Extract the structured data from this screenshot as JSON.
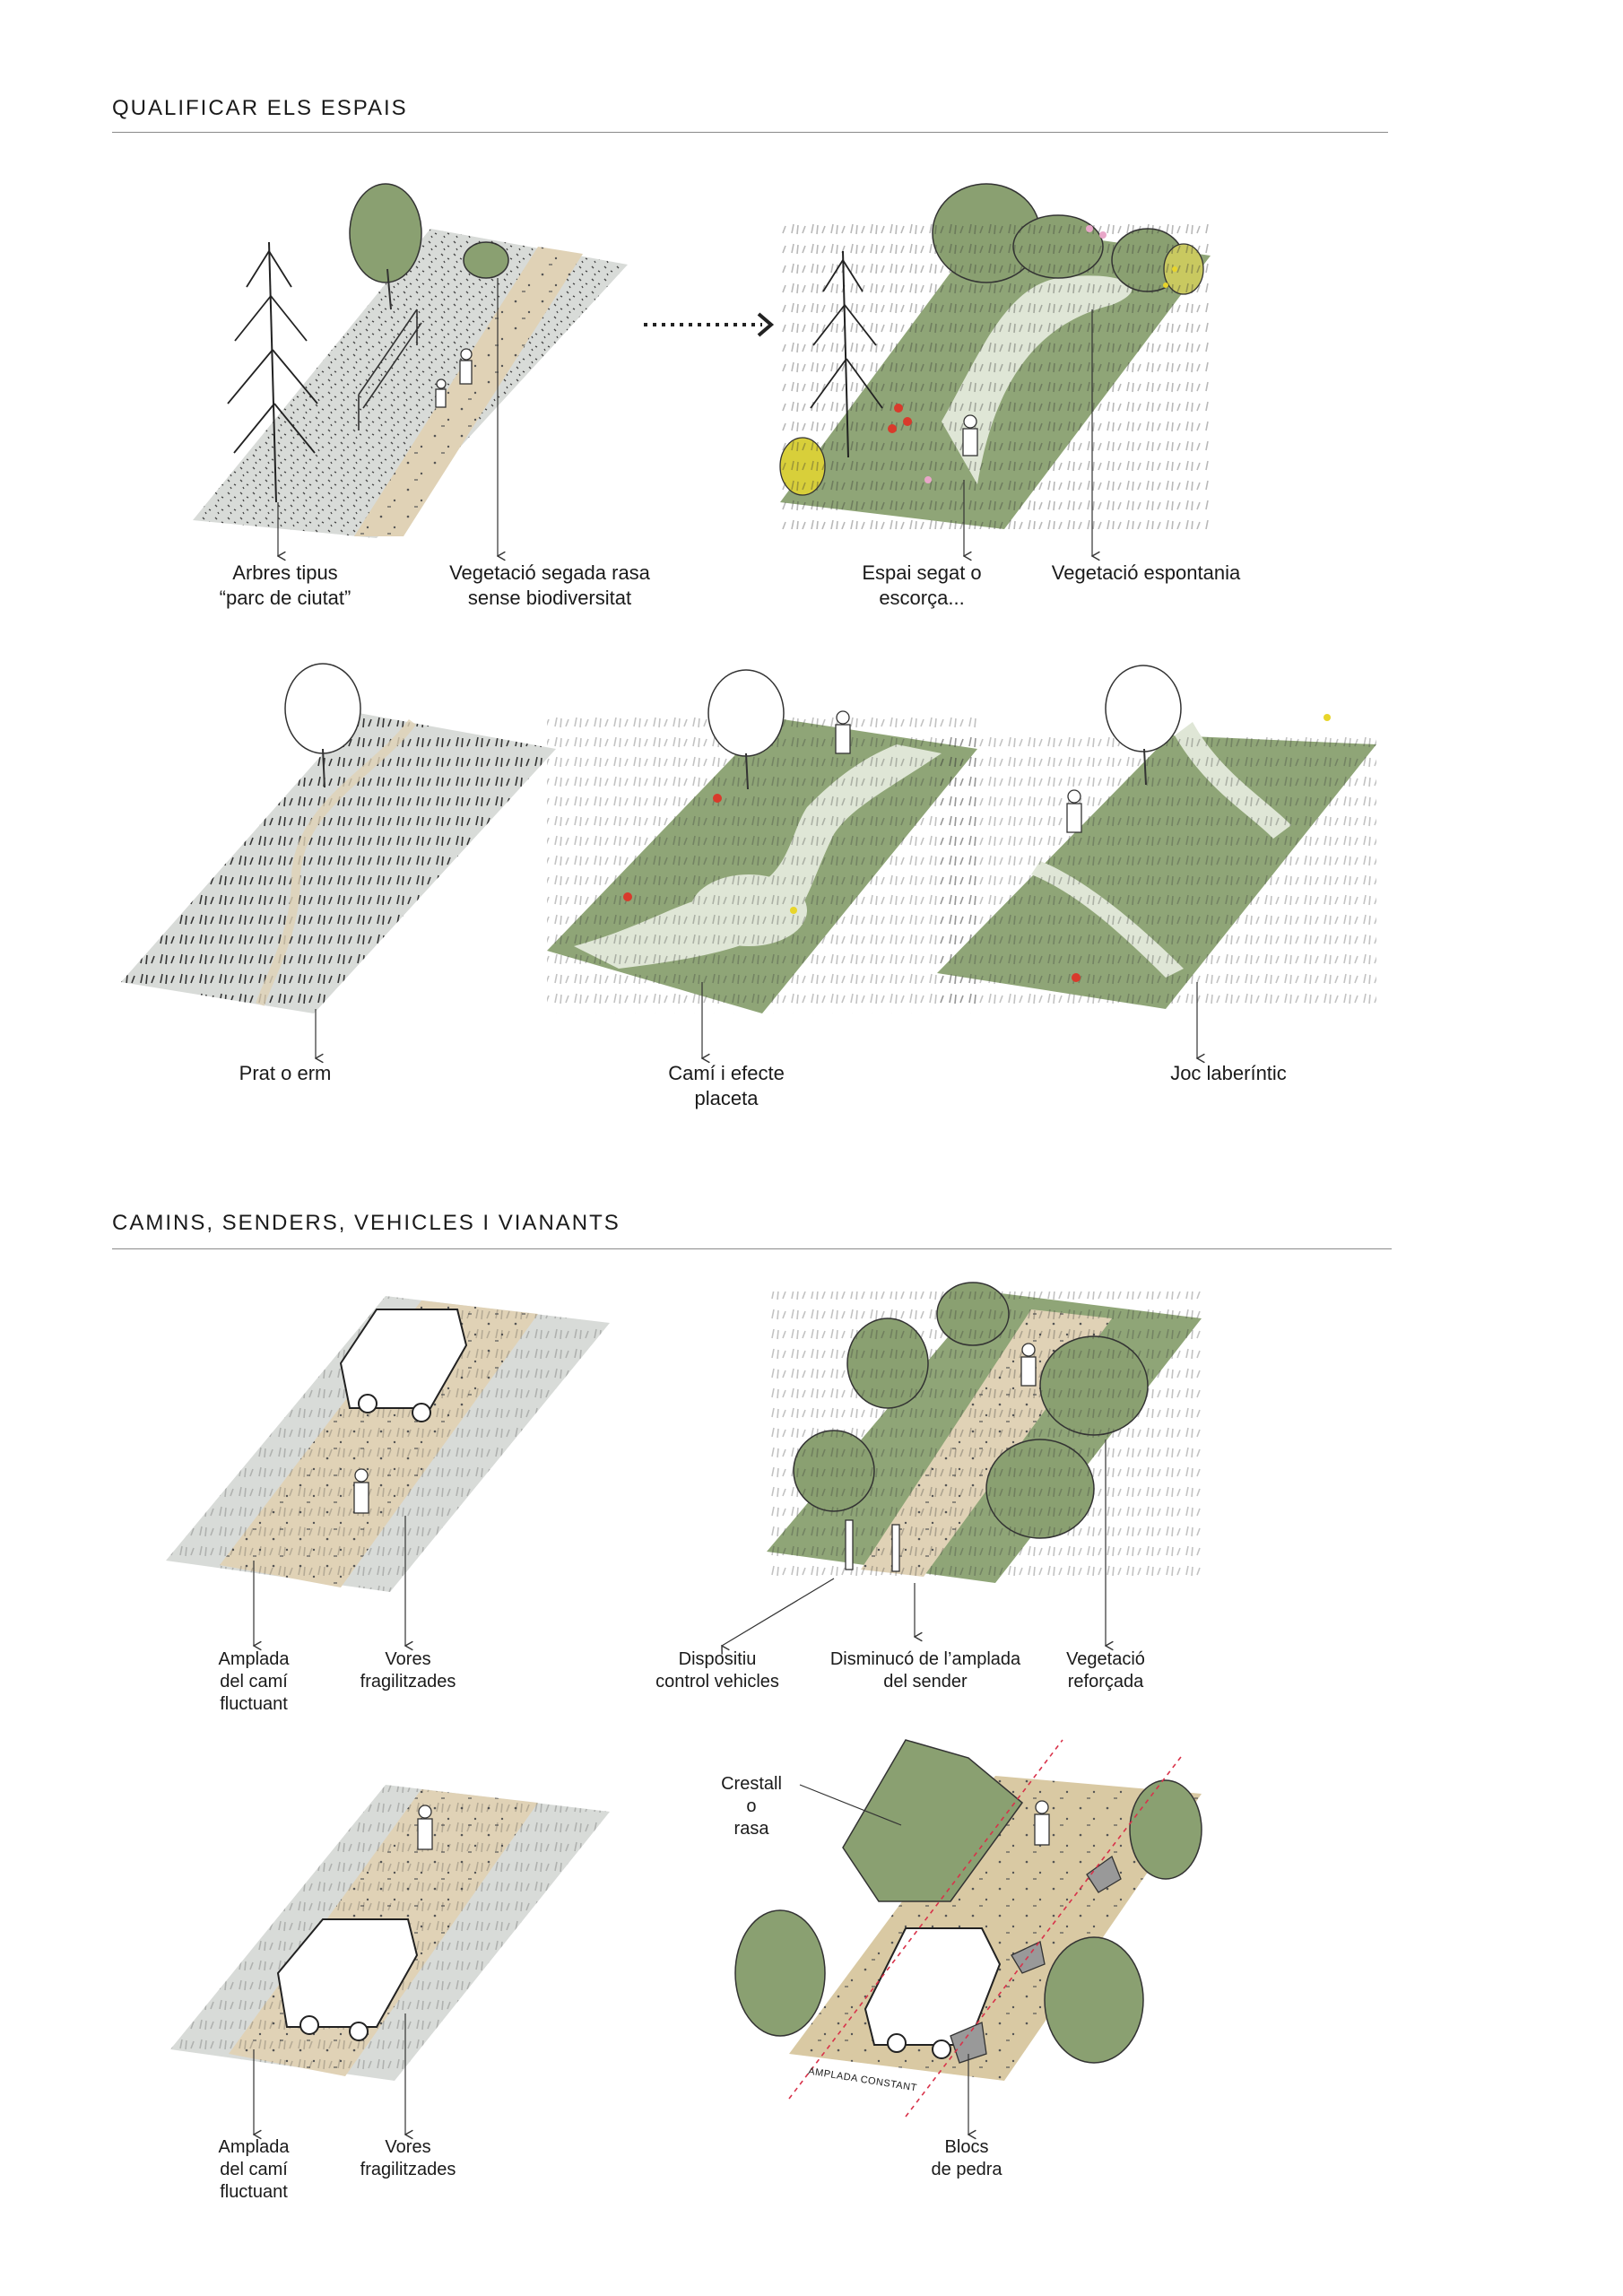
{
  "sections": {
    "qualify_title": "QUALIFICAR ELS ESPAIS",
    "paths_title": "CAMINS, SENDERS, VEHICLES I VIANANTS"
  },
  "labels": {
    "trees_park": "Arbres tipus\n“parc de ciutat”",
    "mowed_vegetation": "Vegetació segada rasa\nsense biodiversitat",
    "mowed_space": "Espai segat o\nescorça...",
    "spontaneous_vegetation": "Vegetació espontania",
    "meadow": "Prat o  erm",
    "path_square": "Camí i efecte\nplaceta",
    "maze_game": "Joc laberíntic",
    "path_width_1": "Amplada\ndel camí\nfluctuant",
    "edges_fragile_1": "Vores\nfragilitzades",
    "vehicle_control": "Dispositiu\ncontrol vehicles",
    "trail_reduction": "Disminucó de l’amplada\ndel sender",
    "reinforced_vegetation": "Vegetació\nreforçada",
    "path_width_2": "Amplada\ndel camí\nfluctuant",
    "edges_fragile_2": "Vores\nfragilitzades",
    "ridge_ditch": "Crestall\no\nrasa",
    "constant_width": "AMPLADA CONSTANT",
    "stone_blocks": "Blocs\nde pedra"
  },
  "colors": {
    "grey_ground": "#d8dbd8",
    "green_ground": "#8fa577",
    "sand_path": "#e0d2b6",
    "light_path": "#dfe6d6",
    "shrub": "#8aa071",
    "red_flower": "#d93a2b",
    "yellow_flower": "#e8d52a",
    "pink_flower": "#e8a6c8",
    "guide_red": "#d8324a"
  }
}
